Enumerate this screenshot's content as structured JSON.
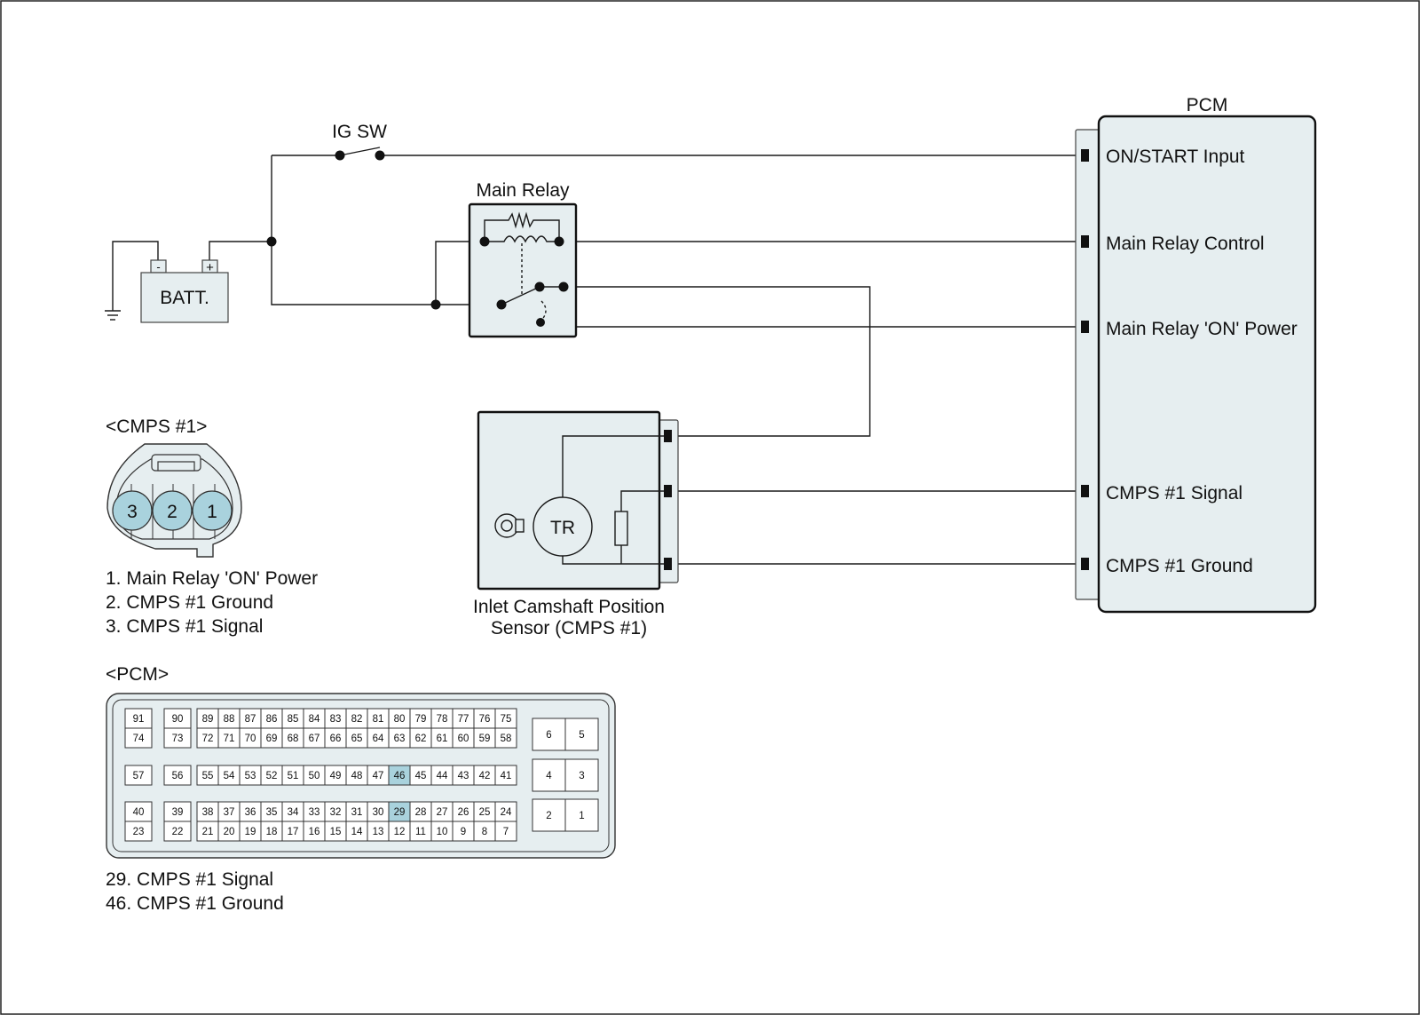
{
  "labels": {
    "ig_sw": "IG SW",
    "main_relay": "Main Relay",
    "battery": "BATT.",
    "battery_neg": "-",
    "battery_pos": "+",
    "pcm_title": "PCM",
    "sensor_transistor": "TR",
    "sensor_name_line1": "Inlet Camshaft Position",
    "sensor_name_line2": "Sensor (CMPS #1)"
  },
  "pcm_terminals": [
    "ON/START Input",
    "Main Relay Control",
    "Main Relay 'ON' Power",
    "CMPS #1 Signal",
    "CMPS #1 Ground"
  ],
  "cmps_connector": {
    "title": "<CMPS #1>",
    "pins": [
      "3",
      "2",
      "1"
    ],
    "legend": [
      "1. Main Relay 'ON' Power",
      "2. CMPS #1 Ground",
      "3. CMPS #1 Signal"
    ]
  },
  "pcm_connector": {
    "title": "<PCM>",
    "group1": {
      "left_top": [
        "91",
        "90"
      ],
      "left_bottom": [
        "74",
        "73"
      ],
      "main_top": [
        "89",
        "88",
        "87",
        "86",
        "85",
        "84",
        "83",
        "82",
        "81",
        "80",
        "79",
        "78",
        "77",
        "76",
        "75"
      ],
      "main_bottom": [
        "72",
        "71",
        "70",
        "69",
        "68",
        "67",
        "66",
        "65",
        "64",
        "63",
        "62",
        "61",
        "60",
        "59",
        "58"
      ]
    },
    "group2": {
      "left": [
        "57",
        "56"
      ],
      "main": [
        "55",
        "54",
        "53",
        "52",
        "51",
        "50",
        "49",
        "48",
        "47",
        "46",
        "45",
        "44",
        "43",
        "42",
        "41"
      ]
    },
    "group3": {
      "left_top": [
        "40",
        "39"
      ],
      "left_bottom": [
        "23",
        "22"
      ],
      "main_top": [
        "38",
        "37",
        "36",
        "35",
        "34",
        "33",
        "32",
        "31",
        "30",
        "29",
        "28",
        "27",
        "26",
        "25",
        "24"
      ],
      "main_bottom": [
        "21",
        "20",
        "19",
        "18",
        "17",
        "16",
        "15",
        "14",
        "13",
        "12",
        "11",
        "10",
        "9",
        "8",
        "7"
      ]
    },
    "right_blocks": [
      [
        "6",
        "5"
      ],
      [
        "4",
        "3"
      ],
      [
        "2",
        "1"
      ]
    ],
    "highlighted": [
      "46",
      "29"
    ],
    "highlight_color": "#a9d2dd",
    "legend": [
      "29. CMPS #1 Signal",
      "46. CMPS #1 Ground"
    ]
  }
}
